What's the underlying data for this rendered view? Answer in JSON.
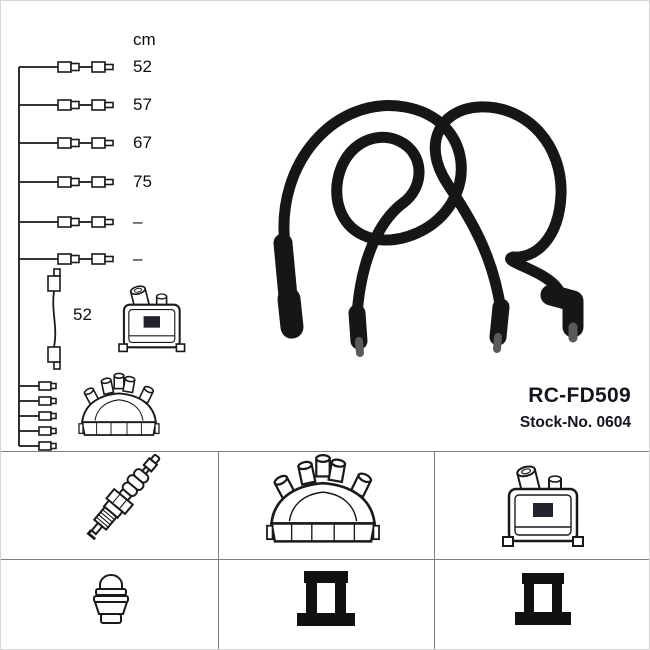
{
  "product": {
    "part_number": "RC-FD509",
    "stock_number": "Stock-No. 0604"
  },
  "length_table": {
    "unit": "cm",
    "values": [
      "52",
      "57",
      "67",
      "75",
      "–",
      "–"
    ],
    "coil_wire_length": "52"
  },
  "colors": {
    "ink": "#1a1a1a",
    "cable_black": "#161616",
    "grid_line": "#7d7d7d",
    "part_number_ink": "#15151e"
  }
}
